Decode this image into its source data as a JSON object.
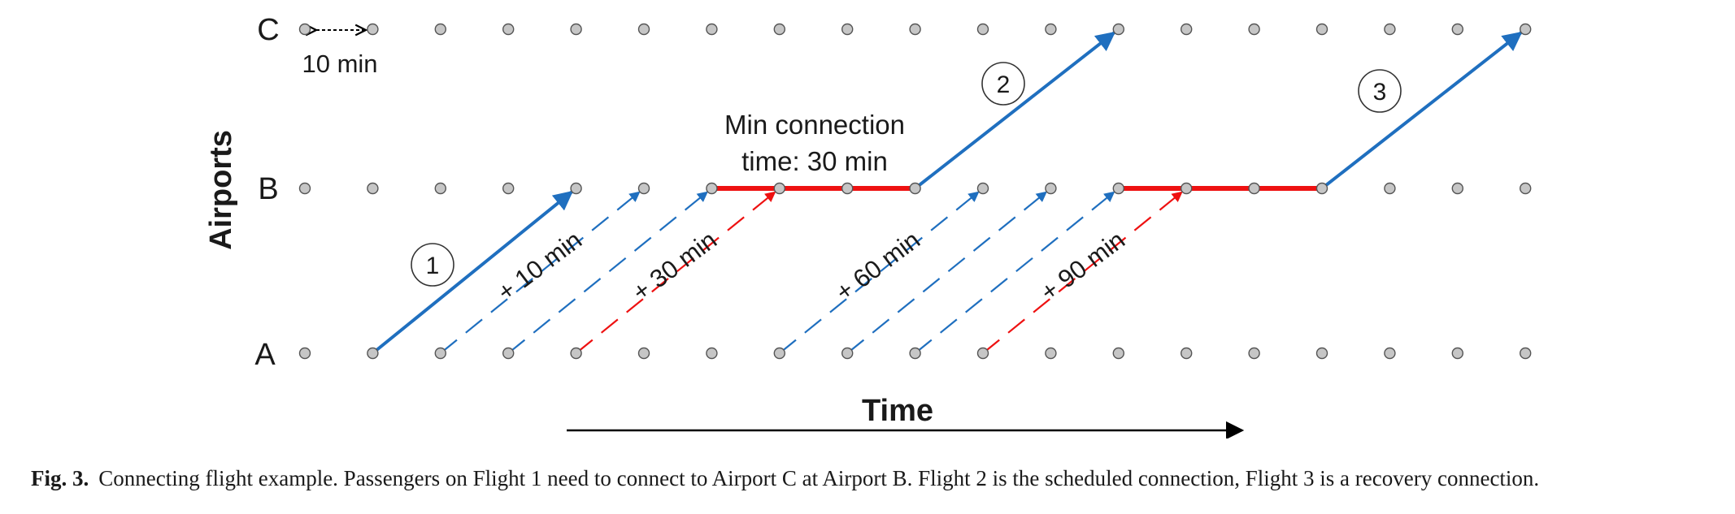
{
  "airports": [
    "A",
    "B",
    "C"
  ],
  "y_axis_label": "Airports",
  "x_axis_label": "Time",
  "time_step_label": "10 min",
  "min_connection_label": [
    "Min connection",
    "time: 30 min"
  ],
  "delay_labels": [
    "+ 10 min",
    "+ 30 min",
    "+ 60 min",
    "+ 90 min"
  ],
  "flight_numbers": [
    "1",
    "2",
    "3"
  ],
  "colors": {
    "flight": "#1f6fbf",
    "infeasible": "#ee1111",
    "node_fill": "#c6c6c6",
    "node_stroke": "#555555",
    "text": "#1a1a1a"
  },
  "caption": {
    "label": "Fig. 3.",
    "text": "Connecting flight example. Passengers on Flight 1 need to connect to Airport C at Airport B. Flight 2 is the scheduled connection, Flight 3 is a recovery connection."
  }
}
